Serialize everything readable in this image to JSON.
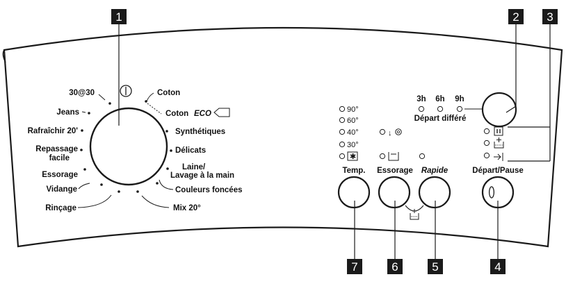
{
  "callouts": [
    "1",
    "2",
    "3",
    "4",
    "5",
    "6",
    "7"
  ],
  "programs": {
    "p_3030": "30@30",
    "jeans": "Jeans",
    "rafraichir": "Rafraîchir 20'",
    "repassage_1": "Repassage",
    "repassage_2": "facile",
    "essorage": "Essorage",
    "vidange": "Vidange",
    "rincage": "Rinçage",
    "coton": "Coton",
    "coton_eco": "Coton",
    "eco": "ECO",
    "synthetiques": "Synthétiques",
    "delicats": "Délicats",
    "laine_1": "Laine/",
    "laine_2": "Lavage à la main",
    "couleurs": "Couleurs foncées",
    "mix": "Mix 20°"
  },
  "temperatures": [
    "90°",
    "60°",
    "40°",
    "30°"
  ],
  "delay": {
    "options": [
      "3h",
      "6h",
      "9h"
    ],
    "label": "Départ différé"
  },
  "buttons": {
    "temp": "Temp.",
    "essorage": "Essorage",
    "rapide": "Rapide",
    "start": "Départ/Pause"
  }
}
